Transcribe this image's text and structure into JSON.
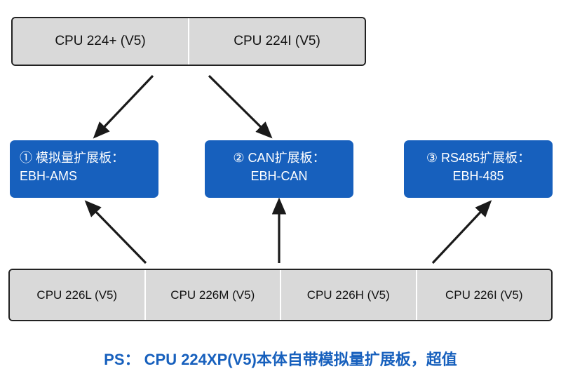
{
  "diagram": {
    "top_group": {
      "name": "cpu-top-row",
      "cells": [
        {
          "label": "CPU 224+ (V5)"
        },
        {
          "label": "CPU 224I (V5)"
        }
      ]
    },
    "boards": [
      {
        "id": "board-1",
        "line1": "① 模拟量扩展板：",
        "line2": "EBH-AMS"
      },
      {
        "id": "board-2",
        "line1": "② CAN扩展板：",
        "line2": "EBH-CAN"
      },
      {
        "id": "board-3",
        "line1": "③ RS485扩展板：",
        "line2": "EBH-485"
      }
    ],
    "bottom_group": {
      "name": "cpu-bottom-row",
      "cells": [
        {
          "label": "CPU 226L (V5)"
        },
        {
          "label": "CPU 226M (V5)"
        },
        {
          "label": "CPU 226H (V5)"
        },
        {
          "label": "CPU 226I (V5)"
        }
      ]
    },
    "footer_note": "PS： CPU 224XP(V5)本体自带模拟量扩展板，超值",
    "colors": {
      "board_blue": "#1760bd",
      "cpu_gray": "#d9d9d9",
      "border_dark": "#222222",
      "arrow": "#1a1a1a",
      "note_text": "#1760bd"
    },
    "arrows": [
      {
        "name": "arrow-top-to-board-1",
        "from": "cpu-top-row",
        "to": "board-1"
      },
      {
        "name": "arrow-top-to-board-2",
        "from": "cpu-top-row",
        "to": "board-2"
      },
      {
        "name": "arrow-bottom-226l-to-board-1",
        "from": "cpu-bottom-row",
        "to": "board-1"
      },
      {
        "name": "arrow-bottom-226m-to-board-2",
        "from": "cpu-bottom-row",
        "to": "board-2"
      },
      {
        "name": "arrow-bottom-226h-to-board-3",
        "from": "cpu-bottom-row",
        "to": "board-3"
      }
    ]
  }
}
